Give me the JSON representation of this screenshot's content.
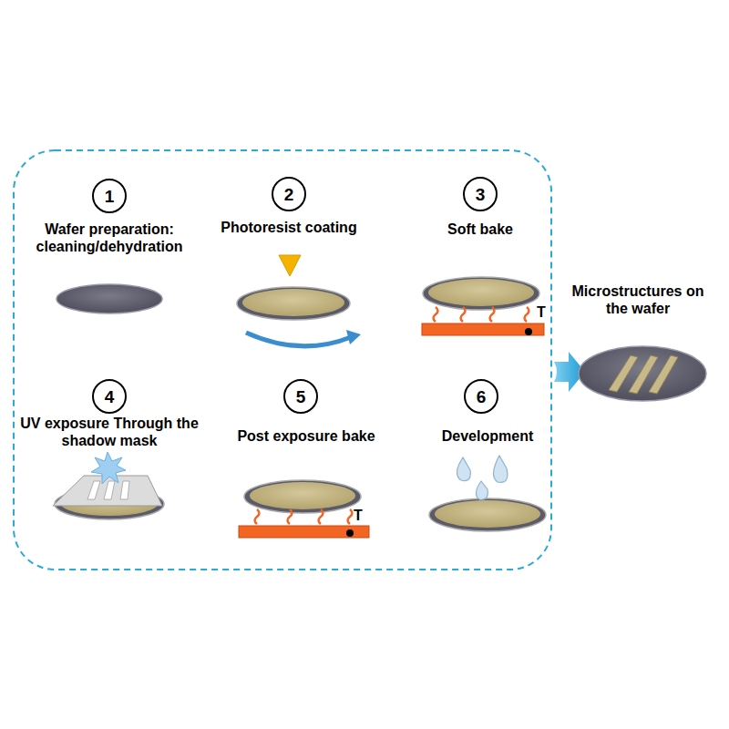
{
  "diagram": {
    "nodes": [
      {
        "text": [
          "1"
        ]
      },
      {
        "text": [
          "2"
        ]
      },
      {
        "text": [
          "3"
        ]
      },
      {
        "text": [
          "4"
        ]
      },
      {
        "text": [
          "5"
        ]
      },
      {
        "text": [
          "6"
        ]
      }
    ],
    "labels": [
      "Wafer preparation: cleaning/dehydration",
      "Photoresist coating",
      "Soft bake",
      "T",
      "UV exposure Through the shadow mask",
      "Post exposure bake",
      "T",
      "Development",
      "Microstructures on the wafer"
    ]
  }
}
